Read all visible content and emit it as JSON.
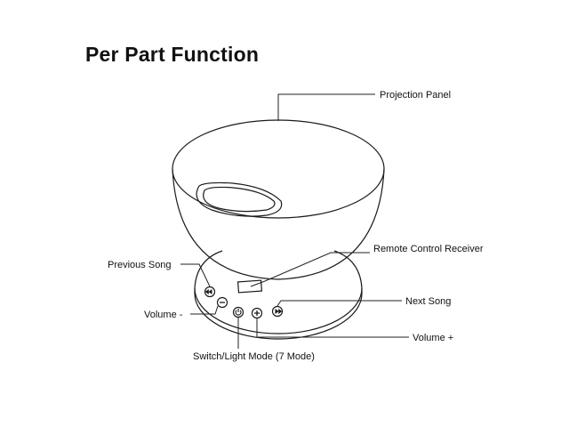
{
  "title": "Per Part Function",
  "labels": {
    "projection_panel": "Projection Panel",
    "remote_control_receiver": "Remote Control Receiver",
    "previous_song": "Previous Song",
    "next_song": "Next Song",
    "volume_minus": "Volume -",
    "volume_plus": "Volume +",
    "switch_light_mode": "Switch/Light Mode (7 Mode)"
  },
  "icons": [
    "previous-song-icon",
    "volume-minus-icon",
    "power-icon",
    "volume-plus-icon",
    "next-song-icon"
  ],
  "colors": {
    "line": "#1a1a1a",
    "text": "#111111",
    "background": "#ffffff"
  }
}
